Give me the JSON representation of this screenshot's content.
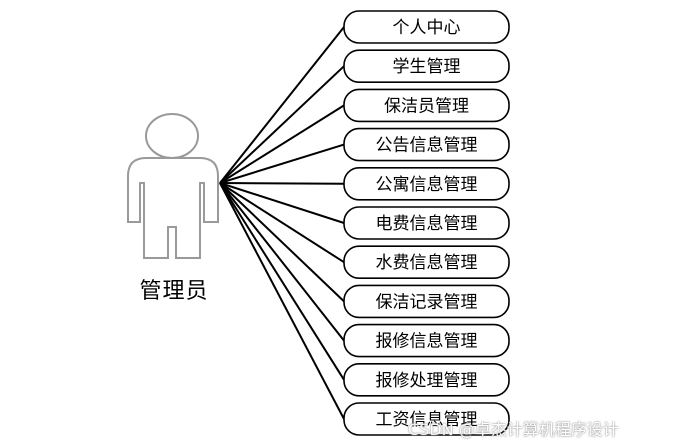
{
  "actor": {
    "label": "管理员"
  },
  "use_cases": [
    "个人中心",
    "学生管理",
    "保洁员管理",
    "公告信息管理",
    "公寓信息管理",
    "电费信息管理",
    "水费信息管理",
    "保洁记录管理",
    "报修信息管理",
    "报修处理管理",
    "工资信息管理"
  ],
  "watermark": "CSDN @卓杰计算机程序设计",
  "colors": {
    "stroke": "#000000",
    "actor_outline": "#9a9a9a",
    "background": "#ffffff"
  }
}
